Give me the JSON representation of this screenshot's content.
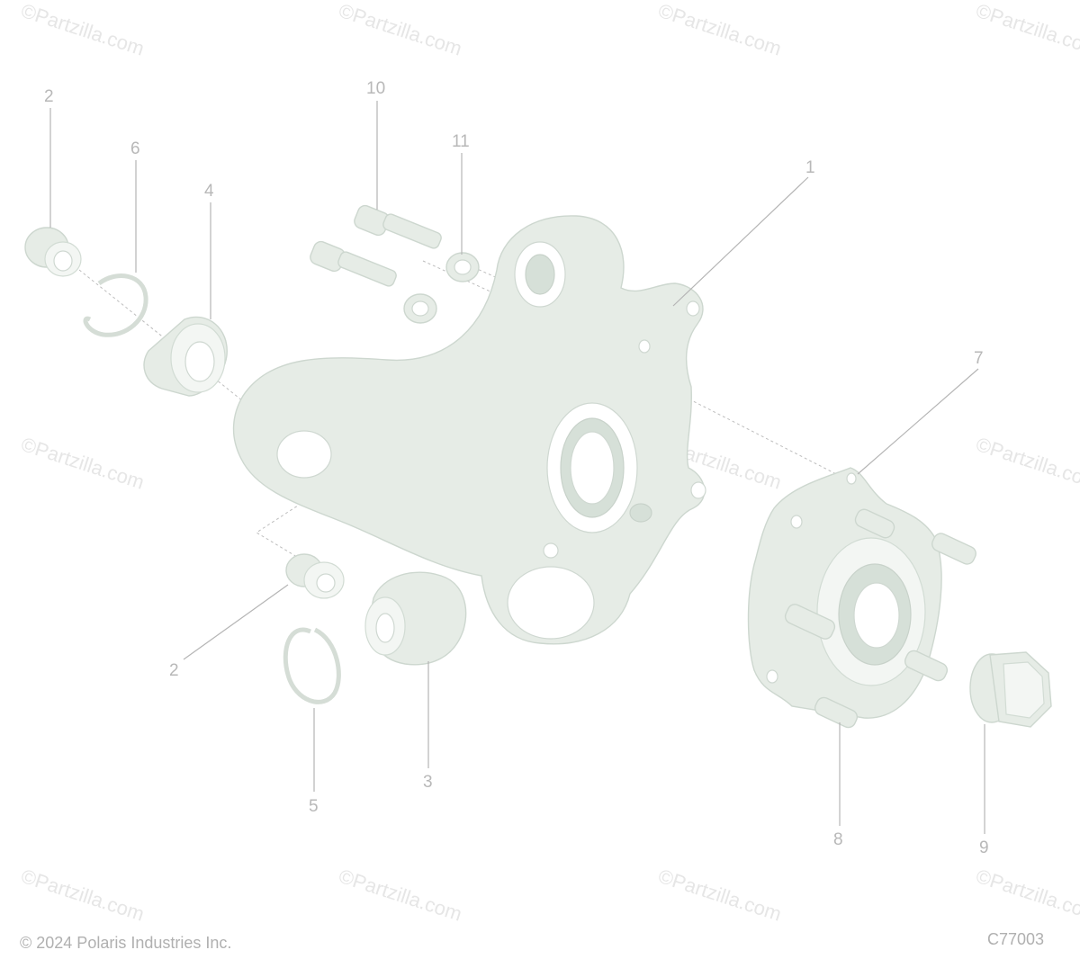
{
  "watermark": {
    "text": "©Partzilla.com"
  },
  "copyright": "© 2024 Polaris Industries Inc.",
  "diagram_code": "C77003",
  "callouts": {
    "c1": "1",
    "c2a": "2",
    "c2b": "2",
    "c3": "3",
    "c4": "4",
    "c5": "5",
    "c6": "6",
    "c7": "7",
    "c8": "8",
    "c9": "9",
    "c10": "10",
    "c11": "11"
  }
}
